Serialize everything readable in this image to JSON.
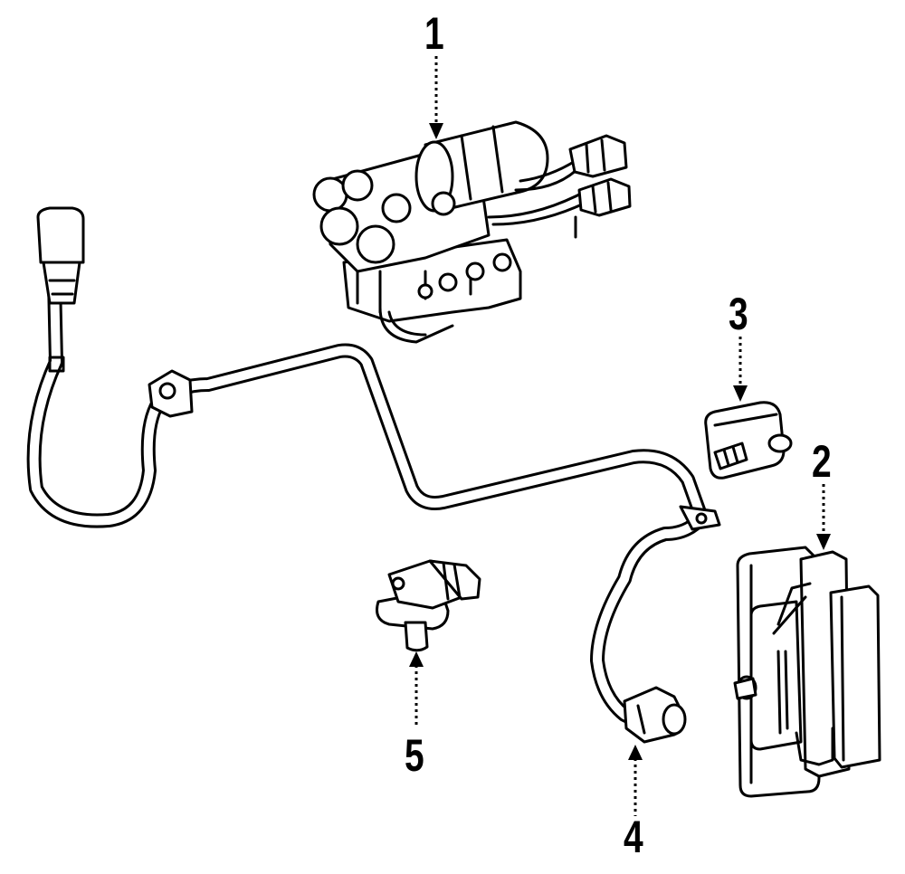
{
  "callouts": {
    "c1": "1",
    "c2": "2",
    "c3": "3",
    "c4": "4",
    "c5": "5"
  },
  "parts": [
    {
      "id": "1",
      "icon": "abs-hydraulic-unit-icon"
    },
    {
      "id": "2",
      "icon": "control-module-icon"
    },
    {
      "id": "3",
      "icon": "sensor-bracket-icon"
    },
    {
      "id": "4",
      "icon": "wheel-speed-sensor-icon"
    },
    {
      "id": "5",
      "icon": "speed-sensor-icon"
    }
  ]
}
